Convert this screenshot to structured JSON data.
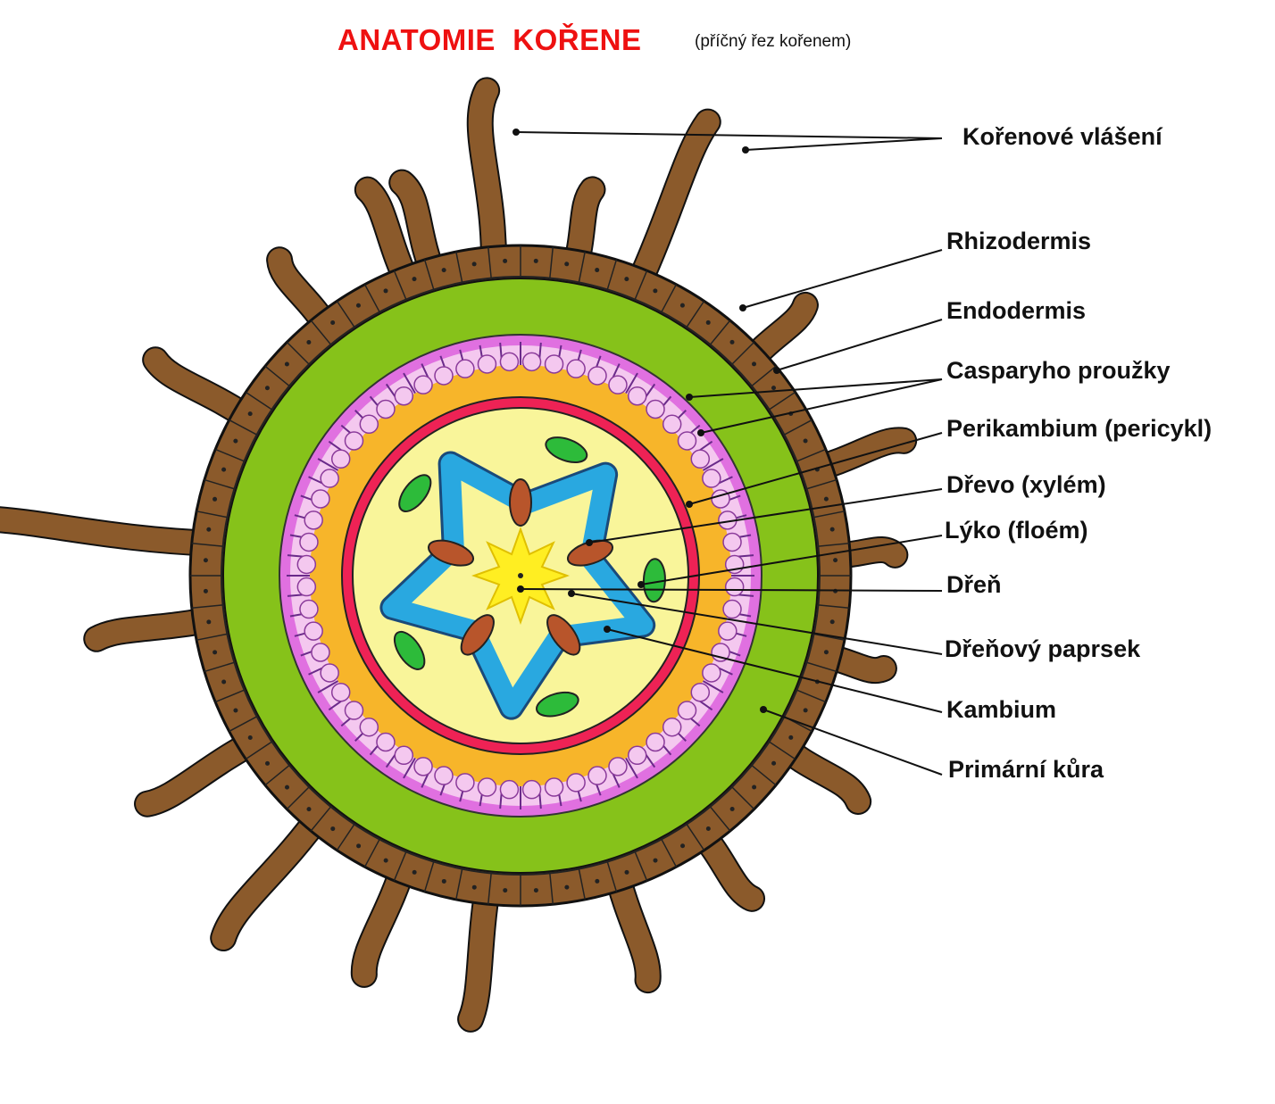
{
  "title": "ANATOMIE  KOŘENE",
  "subtitle": "(příčný řez kořenem)",
  "colors": {
    "rhizodermis": "#8b5a2b",
    "cortex": "#86c21a",
    "endodermis_band": "#e070e0",
    "endodermis_cells": "#f4c8ef",
    "pericycle": "#f7b52a",
    "red_ring": "#ee2255",
    "stele": "#f9f59a",
    "cambium": "#29a8e0",
    "xylem": "#b8552b",
    "phloem": "#2dbb3a",
    "pith": "#ffee22"
  },
  "labels": [
    {
      "id": "korenove-vlaseni",
      "text": "Kořenové vlášení"
    },
    {
      "id": "rhizodermis",
      "text": "Rhizodermis"
    },
    {
      "id": "endodermis",
      "text": "Endodermis"
    },
    {
      "id": "casparyho-prouzky",
      "text": "Casparyho proužky"
    },
    {
      "id": "perikambium",
      "text": "Perikambium (pericykl)"
    },
    {
      "id": "drevo",
      "text": "Dřevo (xylém)"
    },
    {
      "id": "lyko",
      "text": "Lýko (floém)"
    },
    {
      "id": "dren",
      "text": "Dřeň"
    },
    {
      "id": "drenovy-paprsek",
      "text": "Dřeňový paprsek"
    },
    {
      "id": "kambium",
      "text": "Kambium"
    },
    {
      "id": "primarni-kura",
      "text": "Primární kůra"
    }
  ]
}
